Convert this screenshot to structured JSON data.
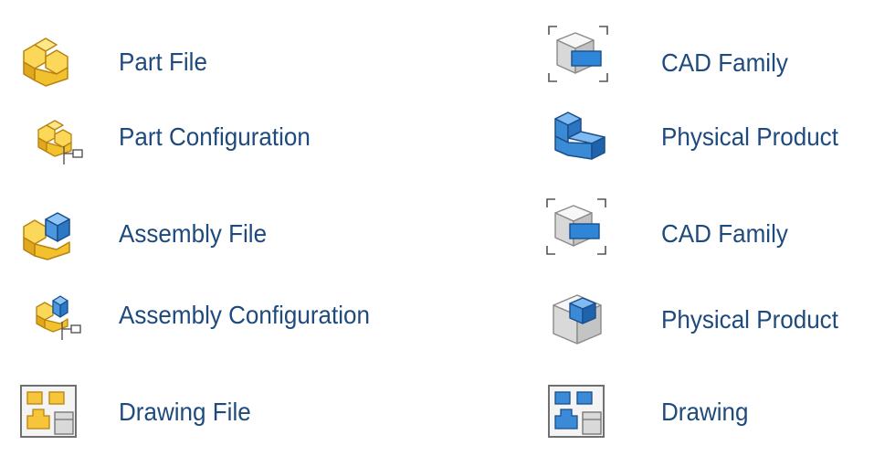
{
  "colors": {
    "label_text": "#1e4a7d",
    "solidworks_yellow": "#f2c12e",
    "solidworks_yellow_dark": "#d69a12",
    "product_blue": "#2e7fd0",
    "product_blue_dark": "#1d5fa6",
    "cube_gray": "#e6e6e6"
  },
  "left_column": [
    {
      "label": "Part File",
      "icon": "part-file-icon"
    },
    {
      "label": "Part Configuration",
      "icon": "part-configuration-icon"
    },
    {
      "label": "Assembly File",
      "icon": "assembly-file-icon"
    },
    {
      "label": "Assembly Configuration",
      "icon": "assembly-configuration-icon"
    },
    {
      "label": "Drawing File",
      "icon": "drawing-file-icon"
    }
  ],
  "right_column": [
    {
      "label": "CAD Family",
      "icon": "cad-family-icon"
    },
    {
      "label": "Physical Product",
      "icon": "physical-product-part-icon"
    },
    {
      "label": "CAD Family",
      "icon": "cad-family-icon"
    },
    {
      "label": "Physical Product",
      "icon": "physical-product-assembly-icon"
    },
    {
      "label": "Drawing",
      "icon": "drawing-icon"
    }
  ]
}
